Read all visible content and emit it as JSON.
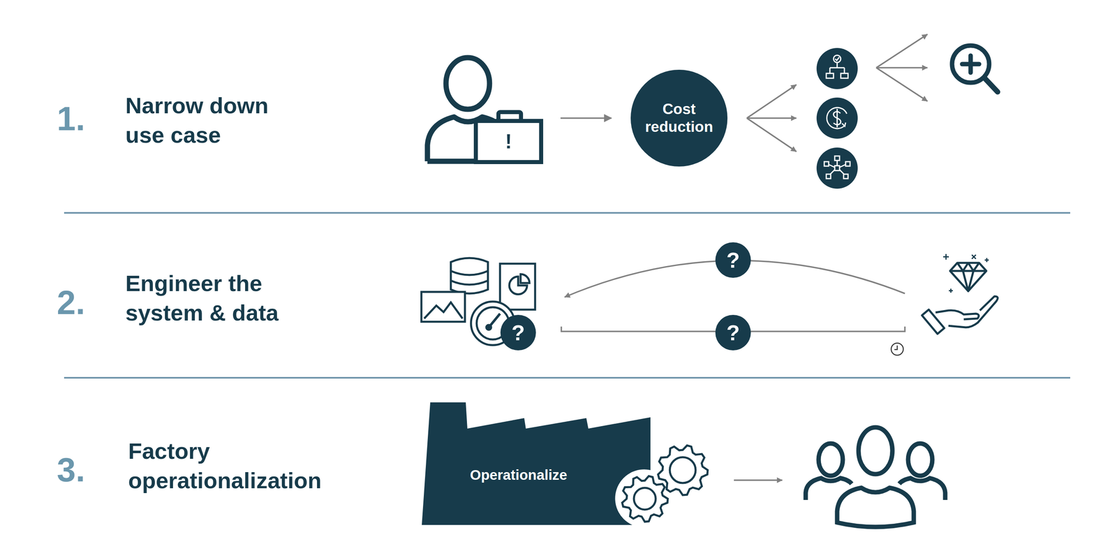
{
  "diagram": {
    "nodes": [
      {
        "text": [
          "!"
        ]
      },
      {
        "text": [
          "Cost reduction"
        ]
      },
      {
        "text": [
          "?"
        ]
      },
      {
        "text": [
          "?"
        ]
      },
      {
        "text": [
          "?"
        ]
      },
      {
        "text": [
          "Operationalize"
        ]
      }
    ],
    "edges": [
      {
        "from": 0,
        "to": 1,
        "arrow": "to"
      }
    ],
    "labels": [
      "1.",
      "Narrow down use case",
      "2.",
      "Engineer the system & data",
      "3.",
      "Factory operationalization"
    ]
  }
}
